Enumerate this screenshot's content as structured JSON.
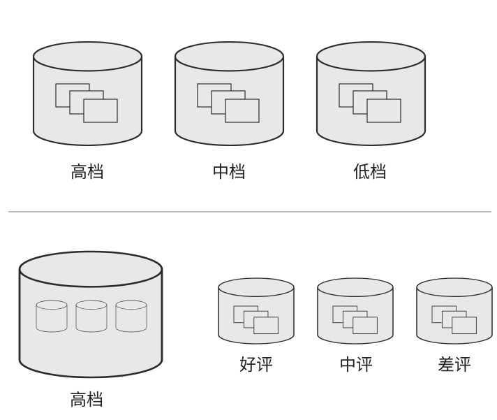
{
  "top_row": {
    "items": [
      {
        "label": "高档"
      },
      {
        "label": "中档"
      },
      {
        "label": "低档"
      }
    ]
  },
  "bottom_row": {
    "large": {
      "label": "高档"
    },
    "items": [
      {
        "label": "好评"
      },
      {
        "label": "中评"
      },
      {
        "label": "差评"
      }
    ]
  },
  "colors": {
    "fill": "#e7e8ea",
    "stroke": "#2b2b2b",
    "divider": "#8c8c8c",
    "text": "#222222"
  }
}
